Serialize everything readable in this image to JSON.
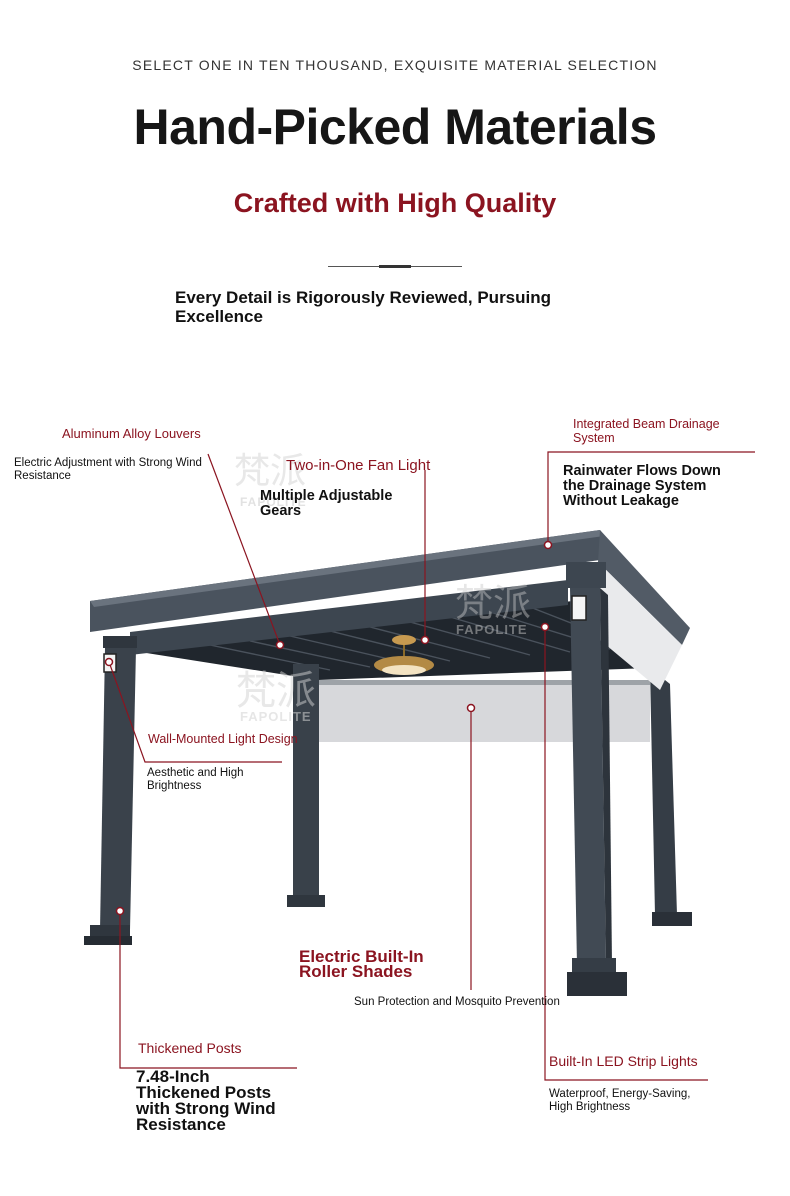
{
  "header": {
    "kicker": "SELECT ONE IN TEN THOUSAND, EXQUISITE MATERIAL SELECTION",
    "title": "Hand-Picked Materials",
    "subtitle": "Crafted with High Quality",
    "lead": "Every Detail is Rigorously Reviewed, Pursuing Excellence"
  },
  "callouts": {
    "louvers": {
      "title": "Aluminum Alloy Louvers",
      "desc": "Electric Adjustment with Strong Wind Resistance"
    },
    "fan": {
      "title": "Two-in-One Fan Light",
      "desc": "Multiple Adjustable Gears"
    },
    "drainage": {
      "title": "Integrated Beam Drainage System",
      "desc": "Rainwater Flows Down the Drainage System Without Leakage"
    },
    "wall_light": {
      "title": "Wall-Mounted Light Design",
      "desc": "Aesthetic and High Brightness"
    },
    "shades": {
      "title": "Electric Built-In Roller Shades",
      "desc": "Sun Protection and Mosquito Prevention"
    },
    "posts": {
      "title": "Thickened Posts",
      "desc": "7.48-Inch Thickened Posts with Strong Wind Resistance"
    },
    "led": {
      "title": "Built-In LED Strip Lights",
      "desc": "Waterproof, Energy-Saving, High Brightness"
    }
  },
  "watermark": {
    "glyphs": "梵派",
    "text": "FAPOLITE"
  },
  "colors": {
    "accent": "#8b1420",
    "frame": "#3d4650",
    "frame_dark": "#2a3038",
    "shade": "#d2d3d6"
  }
}
